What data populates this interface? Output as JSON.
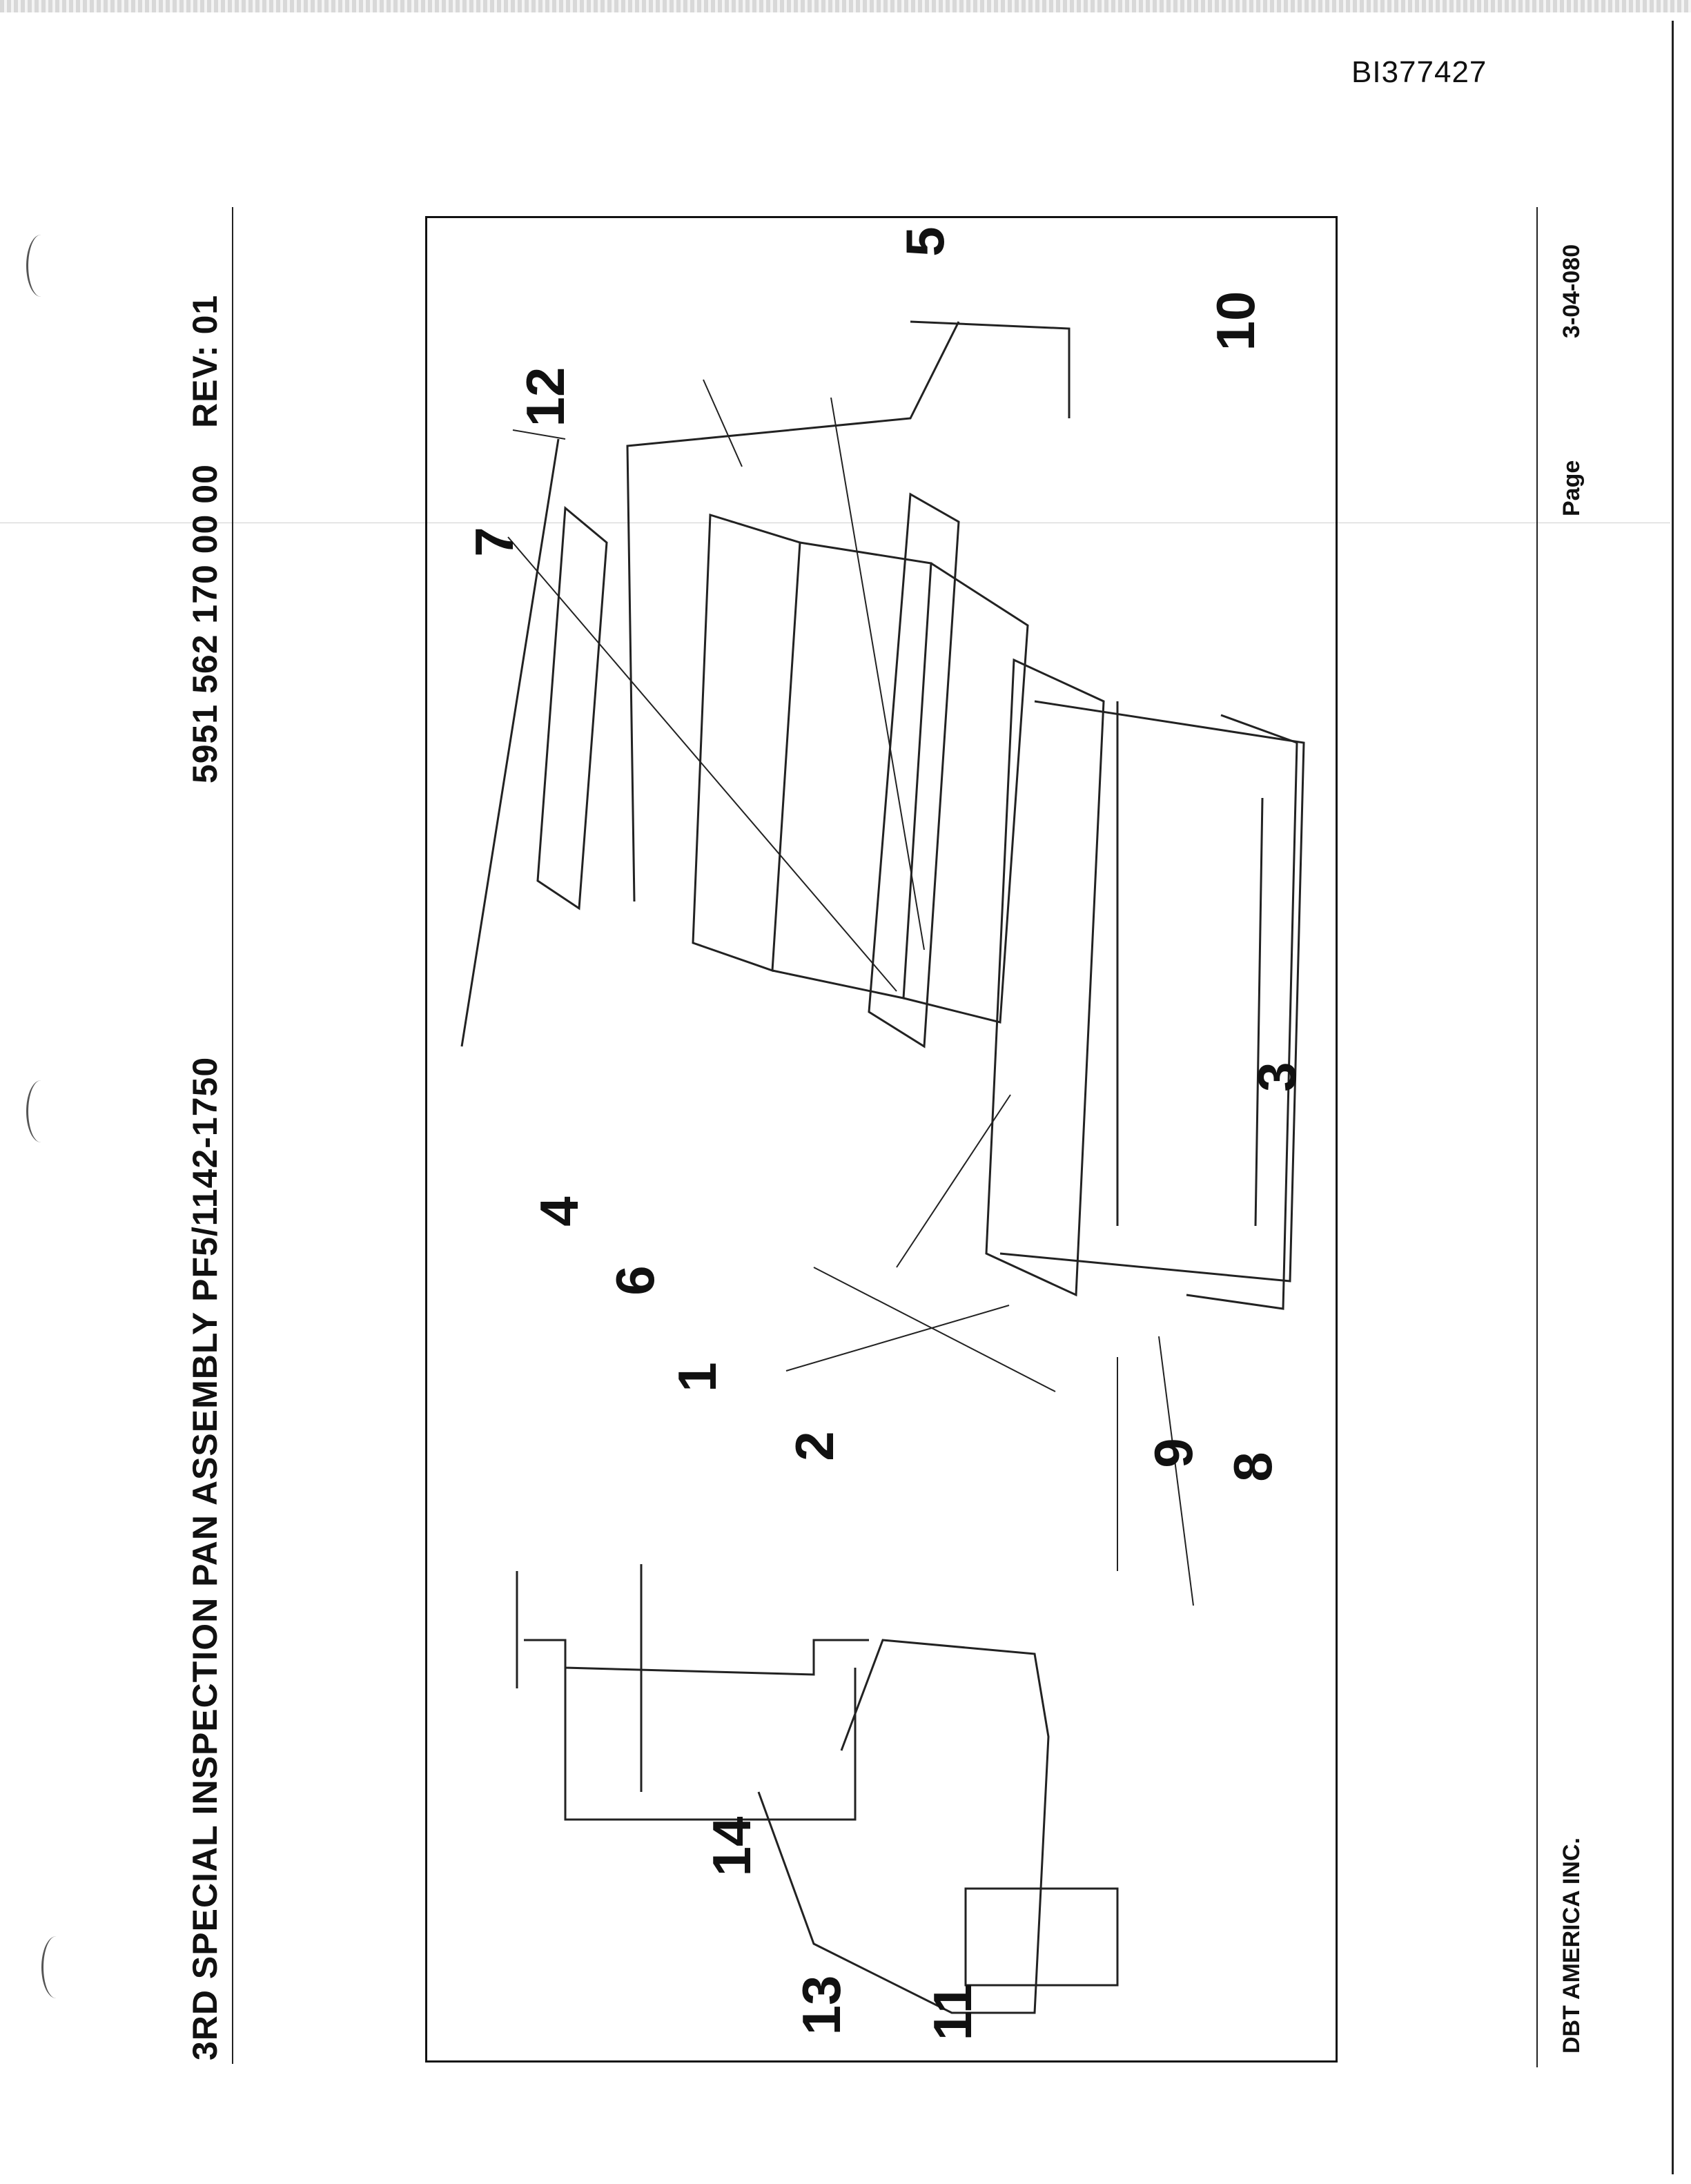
{
  "document": {
    "bates_number": "BI377427",
    "title": "3RD SPECIAL INSPECTION PAN ASSEMBLY  PF5/1142-1750",
    "doc_number": "5951 562 170 00 00",
    "revision": "REV:  01",
    "company": "DBT AMERICA INC.",
    "page_label": "Page",
    "page_number": "3-04-080"
  },
  "callouts": [
    {
      "id": "1",
      "label": "1"
    },
    {
      "id": "2",
      "label": "2"
    },
    {
      "id": "3",
      "label": "3"
    },
    {
      "id": "4",
      "label": "4"
    },
    {
      "id": "5",
      "label": "5"
    },
    {
      "id": "6",
      "label": "6"
    },
    {
      "id": "7",
      "label": "7"
    },
    {
      "id": "8",
      "label": "8"
    },
    {
      "id": "9",
      "label": "9"
    },
    {
      "id": "10",
      "label": "10"
    },
    {
      "id": "11",
      "label": "11"
    },
    {
      "id": "12",
      "label": "12"
    },
    {
      "id": "13",
      "label": "13"
    },
    {
      "id": "14",
      "label": "14"
    }
  ]
}
